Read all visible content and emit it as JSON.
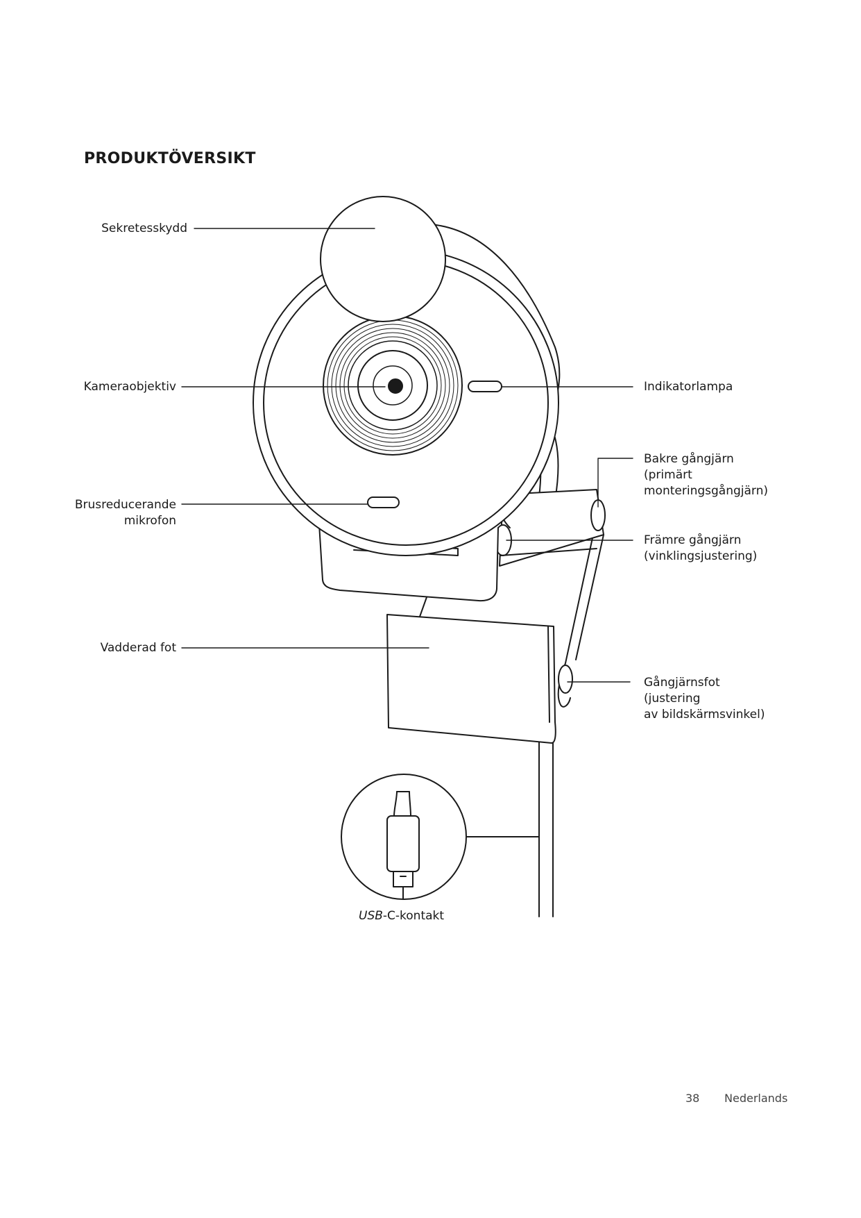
{
  "page": {
    "title": "PRODUKTÖVERSIKT",
    "page_number": "38",
    "language": "Nederlands"
  },
  "labels": {
    "privacy_shutter": "Sekretesskydd",
    "camera_lens": "Kameraobjektiv",
    "noise_mic_line1": "Brusreducerande",
    "noise_mic_line2": "mikrofon",
    "padded_foot": "Vadderad fot",
    "indicator_light": "Indikatorlampa",
    "rear_hinge_line1": "Bakre gångjärn",
    "rear_hinge_line2": "(primärt",
    "rear_hinge_line3": "monteringsgångjärn)",
    "front_hinge_line1": "Främre gångjärn",
    "front_hinge_line2": "(vinklingsjustering)",
    "hinge_foot_line1": "Gångjärnsfot",
    "hinge_foot_line2": "(justering",
    "hinge_foot_line3": "av bildskärmsvinkel)",
    "usb_italic": "USB",
    "usb_rest": "-C-kontakt"
  }
}
